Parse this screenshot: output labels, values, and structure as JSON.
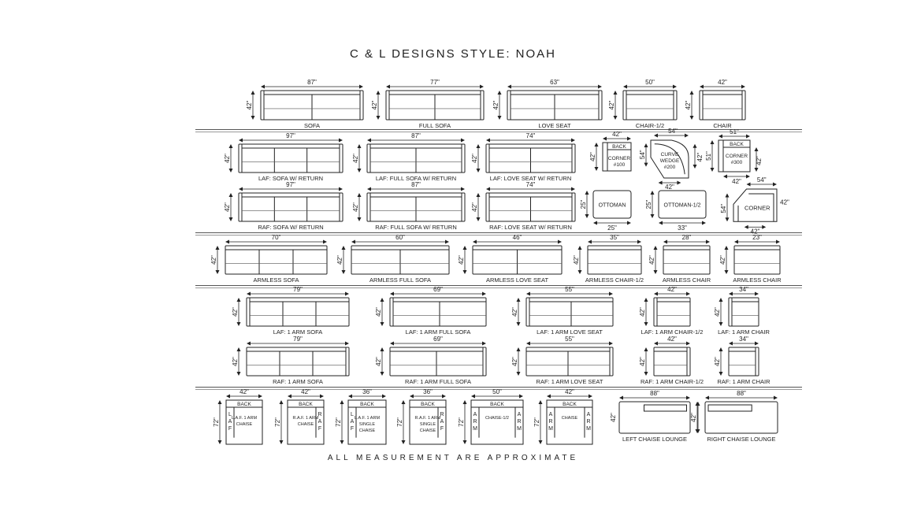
{
  "title": "C & L DESIGNS STYLE: NOAH",
  "footer": "ALL MEASUREMENT ARE APPROXIMATE",
  "pieces": [
    {
      "name": "SOFA",
      "w": "87\"",
      "h": "42\""
    },
    {
      "name": "FULL SOFA",
      "w": "77\"",
      "h": "42\""
    },
    {
      "name": "LOVE SEAT",
      "w": "63\"",
      "h": "42\""
    },
    {
      "name": "CHAIR-1/2",
      "w": "50\"",
      "h": "42\""
    },
    {
      "name": "CHAIR",
      "w": "42\"",
      "h": "42\""
    },
    {
      "name": "LAF: SOFA W/ RETURN",
      "w": "97\"",
      "h": "42\""
    },
    {
      "name": "LAF: FULL SOFA W/ RETURN",
      "w": "87\"",
      "h": "42\""
    },
    {
      "name": "LAF: LOVE SEAT W/ RETURN",
      "w": "74\"",
      "h": "42\""
    },
    {
      "name": "",
      "inner": "BACK|CORNER|#100",
      "w": "42\"",
      "h": "42\""
    },
    {
      "name": "",
      "inner": "CURVE|WEDGE|#200",
      "w": "54\"",
      "h": "54\"",
      "w2": "42\"",
      "h2": "42\""
    },
    {
      "name": "",
      "inner": "BACK|CORNER|#300",
      "w": "51\"",
      "h": "51\"",
      "w2": "42\"",
      "h2": "42\""
    },
    {
      "name": "RAF: SOFA W/ RETURN",
      "w": "97\"",
      "h": "42\""
    },
    {
      "name": "RAF: FULL SOFA W/ RETURN",
      "w": "87\"",
      "h": "42\""
    },
    {
      "name": "RAF: LOVE SEAT W/ RETURN",
      "w": "74\"",
      "h": "42\""
    },
    {
      "name": "",
      "inner": "OTTOMAN",
      "w": "25\"",
      "h": "25\""
    },
    {
      "name": "",
      "inner": "OTTOMAN-1/2",
      "w": "33\"",
      "h": "25\""
    },
    {
      "name": "",
      "inner": "CORNER",
      "w": "54\"",
      "h": "54\"",
      "w2": "42\"",
      "h2": "42\""
    },
    {
      "name": "ARMLESS SOFA",
      "w": "70\"",
      "h": "42\""
    },
    {
      "name": "ARMLESS FULL SOFA",
      "w": "60\"",
      "h": "42\""
    },
    {
      "name": "ARMLESS LOVE SEAT",
      "w": "46\"",
      "h": "42\""
    },
    {
      "name": "ARMLESS CHAIR-1/2",
      "w": "35\"",
      "h": "42\""
    },
    {
      "name": "ARMLESS CHAIR",
      "w": "28\"",
      "h": "42\""
    },
    {
      "name": "ARMLESS CHAIR",
      "w": "23\"",
      "h": "42\""
    },
    {
      "name": "LAF: 1 ARM SOFA",
      "w": "79\"",
      "h": "42\""
    },
    {
      "name": "LAF: 1 ARM FULL SOFA",
      "w": "69\"",
      "h": "42\""
    },
    {
      "name": "LAF: 1 ARM LOVE SEAT",
      "w": "55\"",
      "h": "42\""
    },
    {
      "name": "LAF: 1 ARM CHAIR-1/2",
      "w": "42\"",
      "h": "42\""
    },
    {
      "name": "LAF: 1 ARM CHAIR",
      "w": "34\"",
      "h": "42\""
    },
    {
      "name": "RAF: 1 ARM SOFA",
      "w": "79\"",
      "h": "42\""
    },
    {
      "name": "RAF: 1 ARM FULL SOFA",
      "w": "69\"",
      "h": "42\""
    },
    {
      "name": "RAF: 1 ARM LOVE SEAT",
      "w": "55\"",
      "h": "42\""
    },
    {
      "name": "RAF: 1 ARM CHAIR-1/2",
      "w": "42\"",
      "h": "42\""
    },
    {
      "name": "RAF: 1 ARM CHAIR",
      "w": "34\"",
      "h": "42\""
    },
    {
      "name": "",
      "inner": "BACK|L.A.F. 1 ARM|CHAISE",
      "side": "LAF",
      "w": "42\"",
      "h": "72\""
    },
    {
      "name": "",
      "inner": "BACK|R.A.F. 1 ARM|CHAISE",
      "side": "RAF",
      "w": "42\"",
      "h": "72\""
    },
    {
      "name": "",
      "inner": "BACK|L.A.F. 1 ARM|SINGLE|CHAISE",
      "side": "LAF",
      "w": "36\"",
      "h": "72\""
    },
    {
      "name": "",
      "inner": "BACK|R.A.F. 1 ARM|SINGLE|CHAISE",
      "side": "RAF",
      "w": "36\"",
      "h": "72\""
    },
    {
      "name": "",
      "inner": "BACK|CHAISE-1/2",
      "side": "ARM",
      "w": "50\"",
      "h": "72\""
    },
    {
      "name": "",
      "inner": "BACK|CHAISE",
      "side": "ARM",
      "w": "42\"",
      "h": "72\""
    },
    {
      "name": "LEFT CHAISE LOUNGE",
      "w": "88\"",
      "h": "42\""
    },
    {
      "name": "RIGHT CHAISE LOUNGE",
      "w": "88\"",
      "h": "42\""
    }
  ]
}
